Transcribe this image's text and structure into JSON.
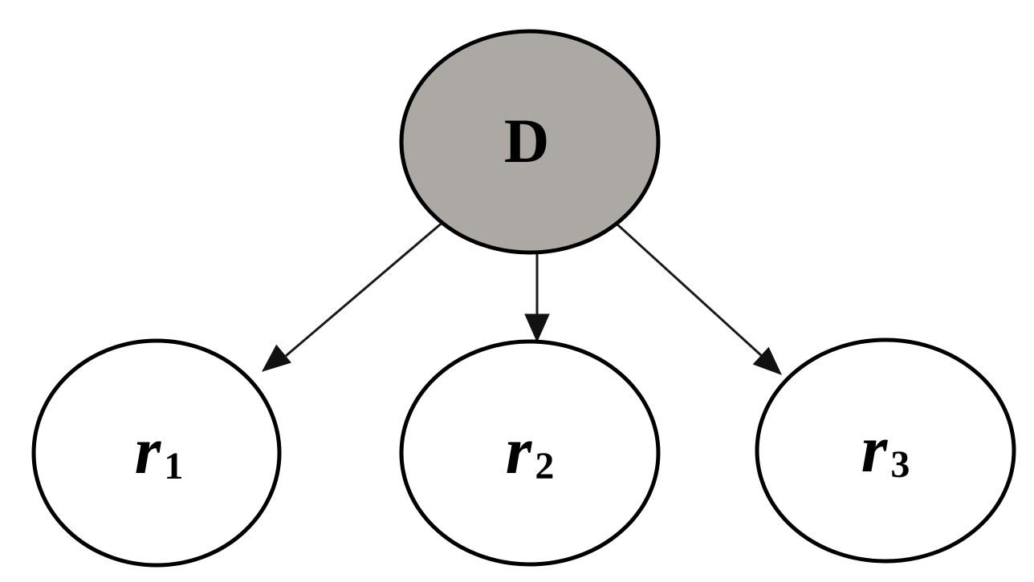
{
  "figure": {
    "type": "directed-graph",
    "background": "#ffffff",
    "colors": {
      "root_fill": "#aca9a5",
      "leaf_fill": "#ffffff",
      "stroke": "#000000"
    },
    "root": {
      "id": "D",
      "label": "D"
    },
    "leaves": [
      {
        "id": "r1",
        "label": "r",
        "subscript": "1"
      },
      {
        "id": "r2",
        "label": "r",
        "subscript": "2"
      },
      {
        "id": "r3",
        "label": "r",
        "subscript": "3"
      }
    ],
    "edges": [
      {
        "from": "D",
        "to": "r1"
      },
      {
        "from": "D",
        "to": "r2"
      },
      {
        "from": "D",
        "to": "r3"
      }
    ]
  }
}
